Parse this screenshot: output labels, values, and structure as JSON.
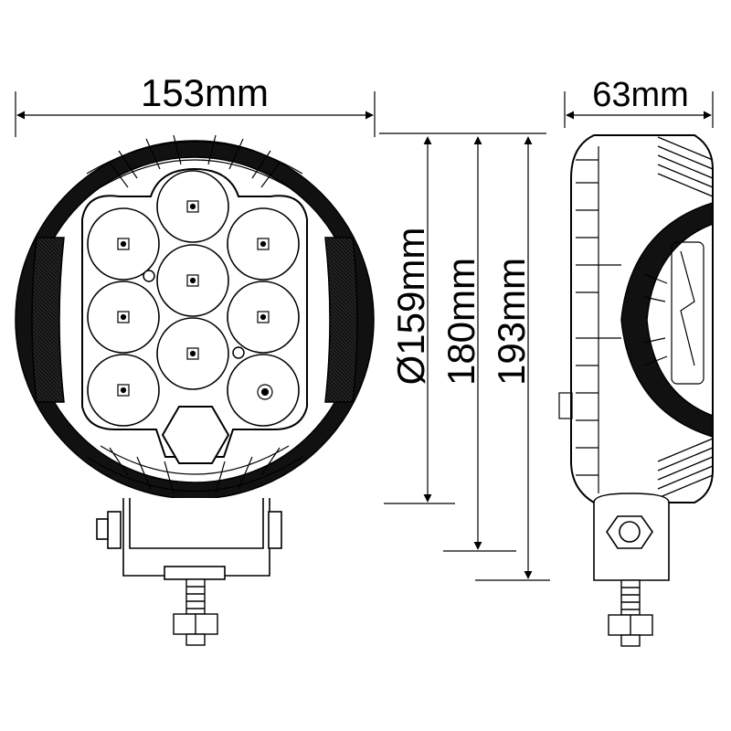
{
  "dimensions": {
    "width": "153mm",
    "depth": "63mm",
    "lens_diameter": "Ø159mm",
    "height_to_mount": "180mm",
    "overall_height": "193mm"
  },
  "colors": {
    "line": "#000000",
    "fill": "#ffffff",
    "housing": "#111111"
  },
  "icons": {
    "front_view": "round-led-light-front-view",
    "side_view": "round-led-light-side-view"
  }
}
